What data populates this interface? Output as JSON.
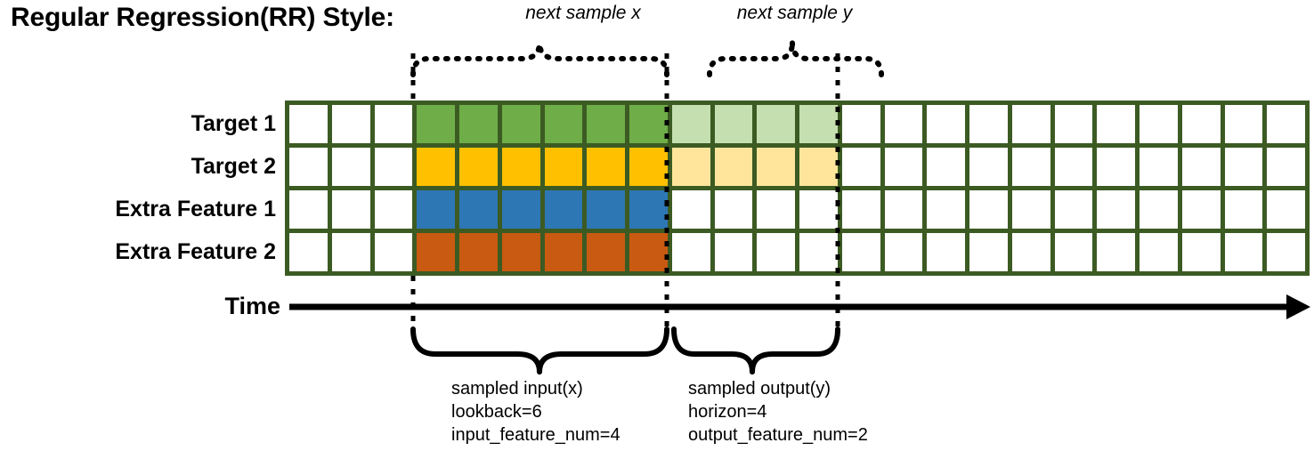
{
  "title": "Regular Regression(RR) Style:",
  "axis": {
    "label": "Time"
  },
  "rows": [
    {
      "name": "Target 1",
      "label": "Target 1"
    },
    {
      "name": "Target 2",
      "label": "Target 2"
    },
    {
      "name": "Extra Feature 1",
      "label": "Extra Feature 1"
    },
    {
      "name": "Extra Feature 2",
      "label": "Extra Feature 2"
    }
  ],
  "grid": {
    "columns": 24,
    "rows": 4,
    "border_color": "#3C5B23",
    "empty_color": "#FFFFFF",
    "input_start_col": 3,
    "input_end_col": 8,
    "output_start_col": 9,
    "output_end_col": 12
  },
  "colors": {
    "target1_solid": "#6FAD48",
    "target1_light": "#C5DFB0",
    "target2_solid": "#FFC000",
    "target2_light": "#FFE59C",
    "feature1_solid": "#2E77B5",
    "feature2_solid": "#C85A11",
    "grid_border": "#3C5B23",
    "ink": "#000000"
  },
  "cells": {
    "row0": [
      "",
      "",
      "",
      "#6FAD48",
      "#6FAD48",
      "#6FAD48",
      "#6FAD48",
      "#6FAD48",
      "#6FAD48",
      "#C5DFB0",
      "#C5DFB0",
      "#C5DFB0",
      "#C5DFB0",
      "",
      "",
      "",
      "",
      "",
      "",
      "",
      "",
      "",
      "",
      ""
    ],
    "row1": [
      "",
      "",
      "",
      "#FFC000",
      "#FFC000",
      "#FFC000",
      "#FFC000",
      "#FFC000",
      "#FFC000",
      "#FFE59C",
      "#FFE59C",
      "#FFE59C",
      "#FFE59C",
      "",
      "",
      "",
      "",
      "",
      "",
      "",
      "",
      "",
      "",
      ""
    ],
    "row2": [
      "",
      "",
      "",
      "#2E77B5",
      "#2E77B5",
      "#2E77B5",
      "#2E77B5",
      "#2E77B5",
      "#2E77B5",
      "",
      "",
      "",
      "",
      "",
      "",
      "",
      "",
      "",
      "",
      "",
      "",
      "",
      "",
      ""
    ],
    "row3": [
      "",
      "",
      "",
      "#C85A11",
      "#C85A11",
      "#C85A11",
      "#C85A11",
      "#C85A11",
      "#C85A11",
      "",
      "",
      "",
      "",
      "",
      "",
      "",
      "",
      "",
      "",
      "",
      "",
      "",
      "",
      ""
    ]
  },
  "top_braces": [
    {
      "name": "next-sample-x",
      "label": "next sample x"
    },
    {
      "name": "next-sample-y",
      "label": "next sample y"
    }
  ],
  "bottom_braces": [
    {
      "name": "sampled-input",
      "lines": [
        "sampled input(x)",
        "lookback=6",
        "input_feature_num=4"
      ],
      "line1": "sampled input(x)",
      "line2": "lookback=6",
      "line3": "input_feature_num=4"
    },
    {
      "name": "sampled-output",
      "lines": [
        "sampled output(y)",
        "horizon=4",
        "output_feature_num=2"
      ],
      "line1": "sampled output(y)",
      "line2": "horizon=4",
      "line3": "output_feature_num=2"
    }
  ]
}
